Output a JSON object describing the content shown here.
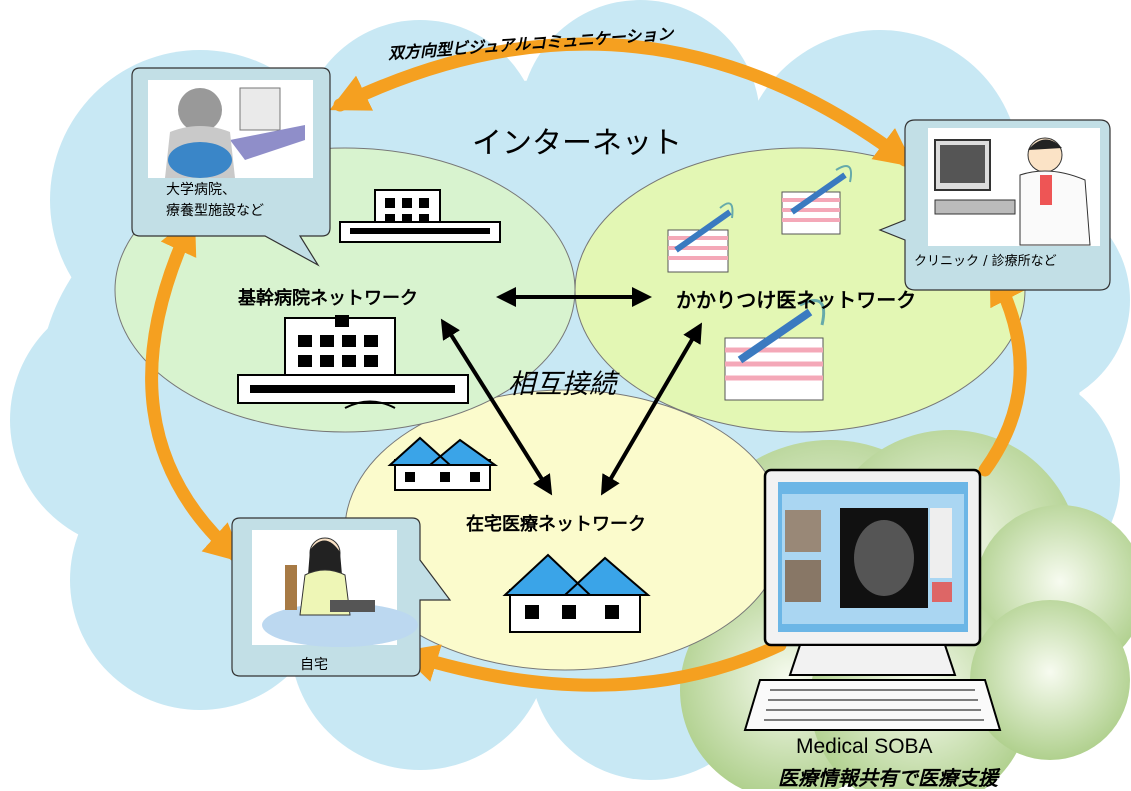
{
  "top_banner": "双方向型ビジュアルコミュニケーション",
  "internet_label": "インターネット",
  "mutual_label": "相互接続",
  "networks": {
    "core": "基幹病院ネットワーク",
    "family": "かかりつけ医ネットワーク",
    "home": "在宅医療ネットワーク"
  },
  "callouts": {
    "university": "大学病院、\n療養型施設など",
    "clinic": "クリニック / 診療所など",
    "home": "自宅"
  },
  "product": {
    "name": "Medical SOBA",
    "tagline": "医療情報共有で医療支援"
  },
  "colors": {
    "cloud": "#c8e8f4",
    "core_ellipse": "#d8f3cf",
    "family_ellipse": "#e3f7b4",
    "home_ellipse": "#fbfbcc",
    "arrow_orange": "#f5a020",
    "callout_bg": "#c2dfe6"
  }
}
